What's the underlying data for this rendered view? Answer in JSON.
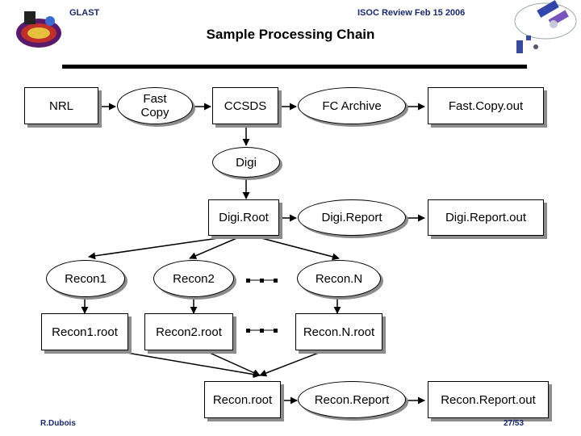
{
  "header": {
    "left": "GLAST",
    "right": "ISOC Review Feb 15 2006"
  },
  "title": "Sample Processing Chain",
  "footer": {
    "author": "R.Dubois",
    "page": "27/53"
  },
  "nodes": {
    "nrl": "NRL",
    "fast_copy": "Fast Copy",
    "ccsds": "CCSDS",
    "fc_archive": "FC Archive",
    "fast_copy_out": "Fast.Copy.out",
    "digi": "Digi",
    "digi_root": "Digi.Root",
    "digi_report": "Digi.Report",
    "digi_report_out": "Digi.Report.out",
    "recon1": "Recon1",
    "recon2": "Recon2",
    "recon_n": "Recon.N",
    "recon1_root": "Recon1.root",
    "recon2_root": "Recon2.root",
    "recon_n_root": "Recon.N.root",
    "recon_root": "Recon.root",
    "recon_report": "Recon.Report",
    "recon_report_out": "Recon.Report.out"
  },
  "colors": {
    "header_text": "#1a2a6c",
    "shadow": "#8c8c8c",
    "rule": "#000000"
  },
  "icons": {
    "left_logo": "glast-mission-logo-icon",
    "right_logo": "satellite-logo-icon"
  }
}
